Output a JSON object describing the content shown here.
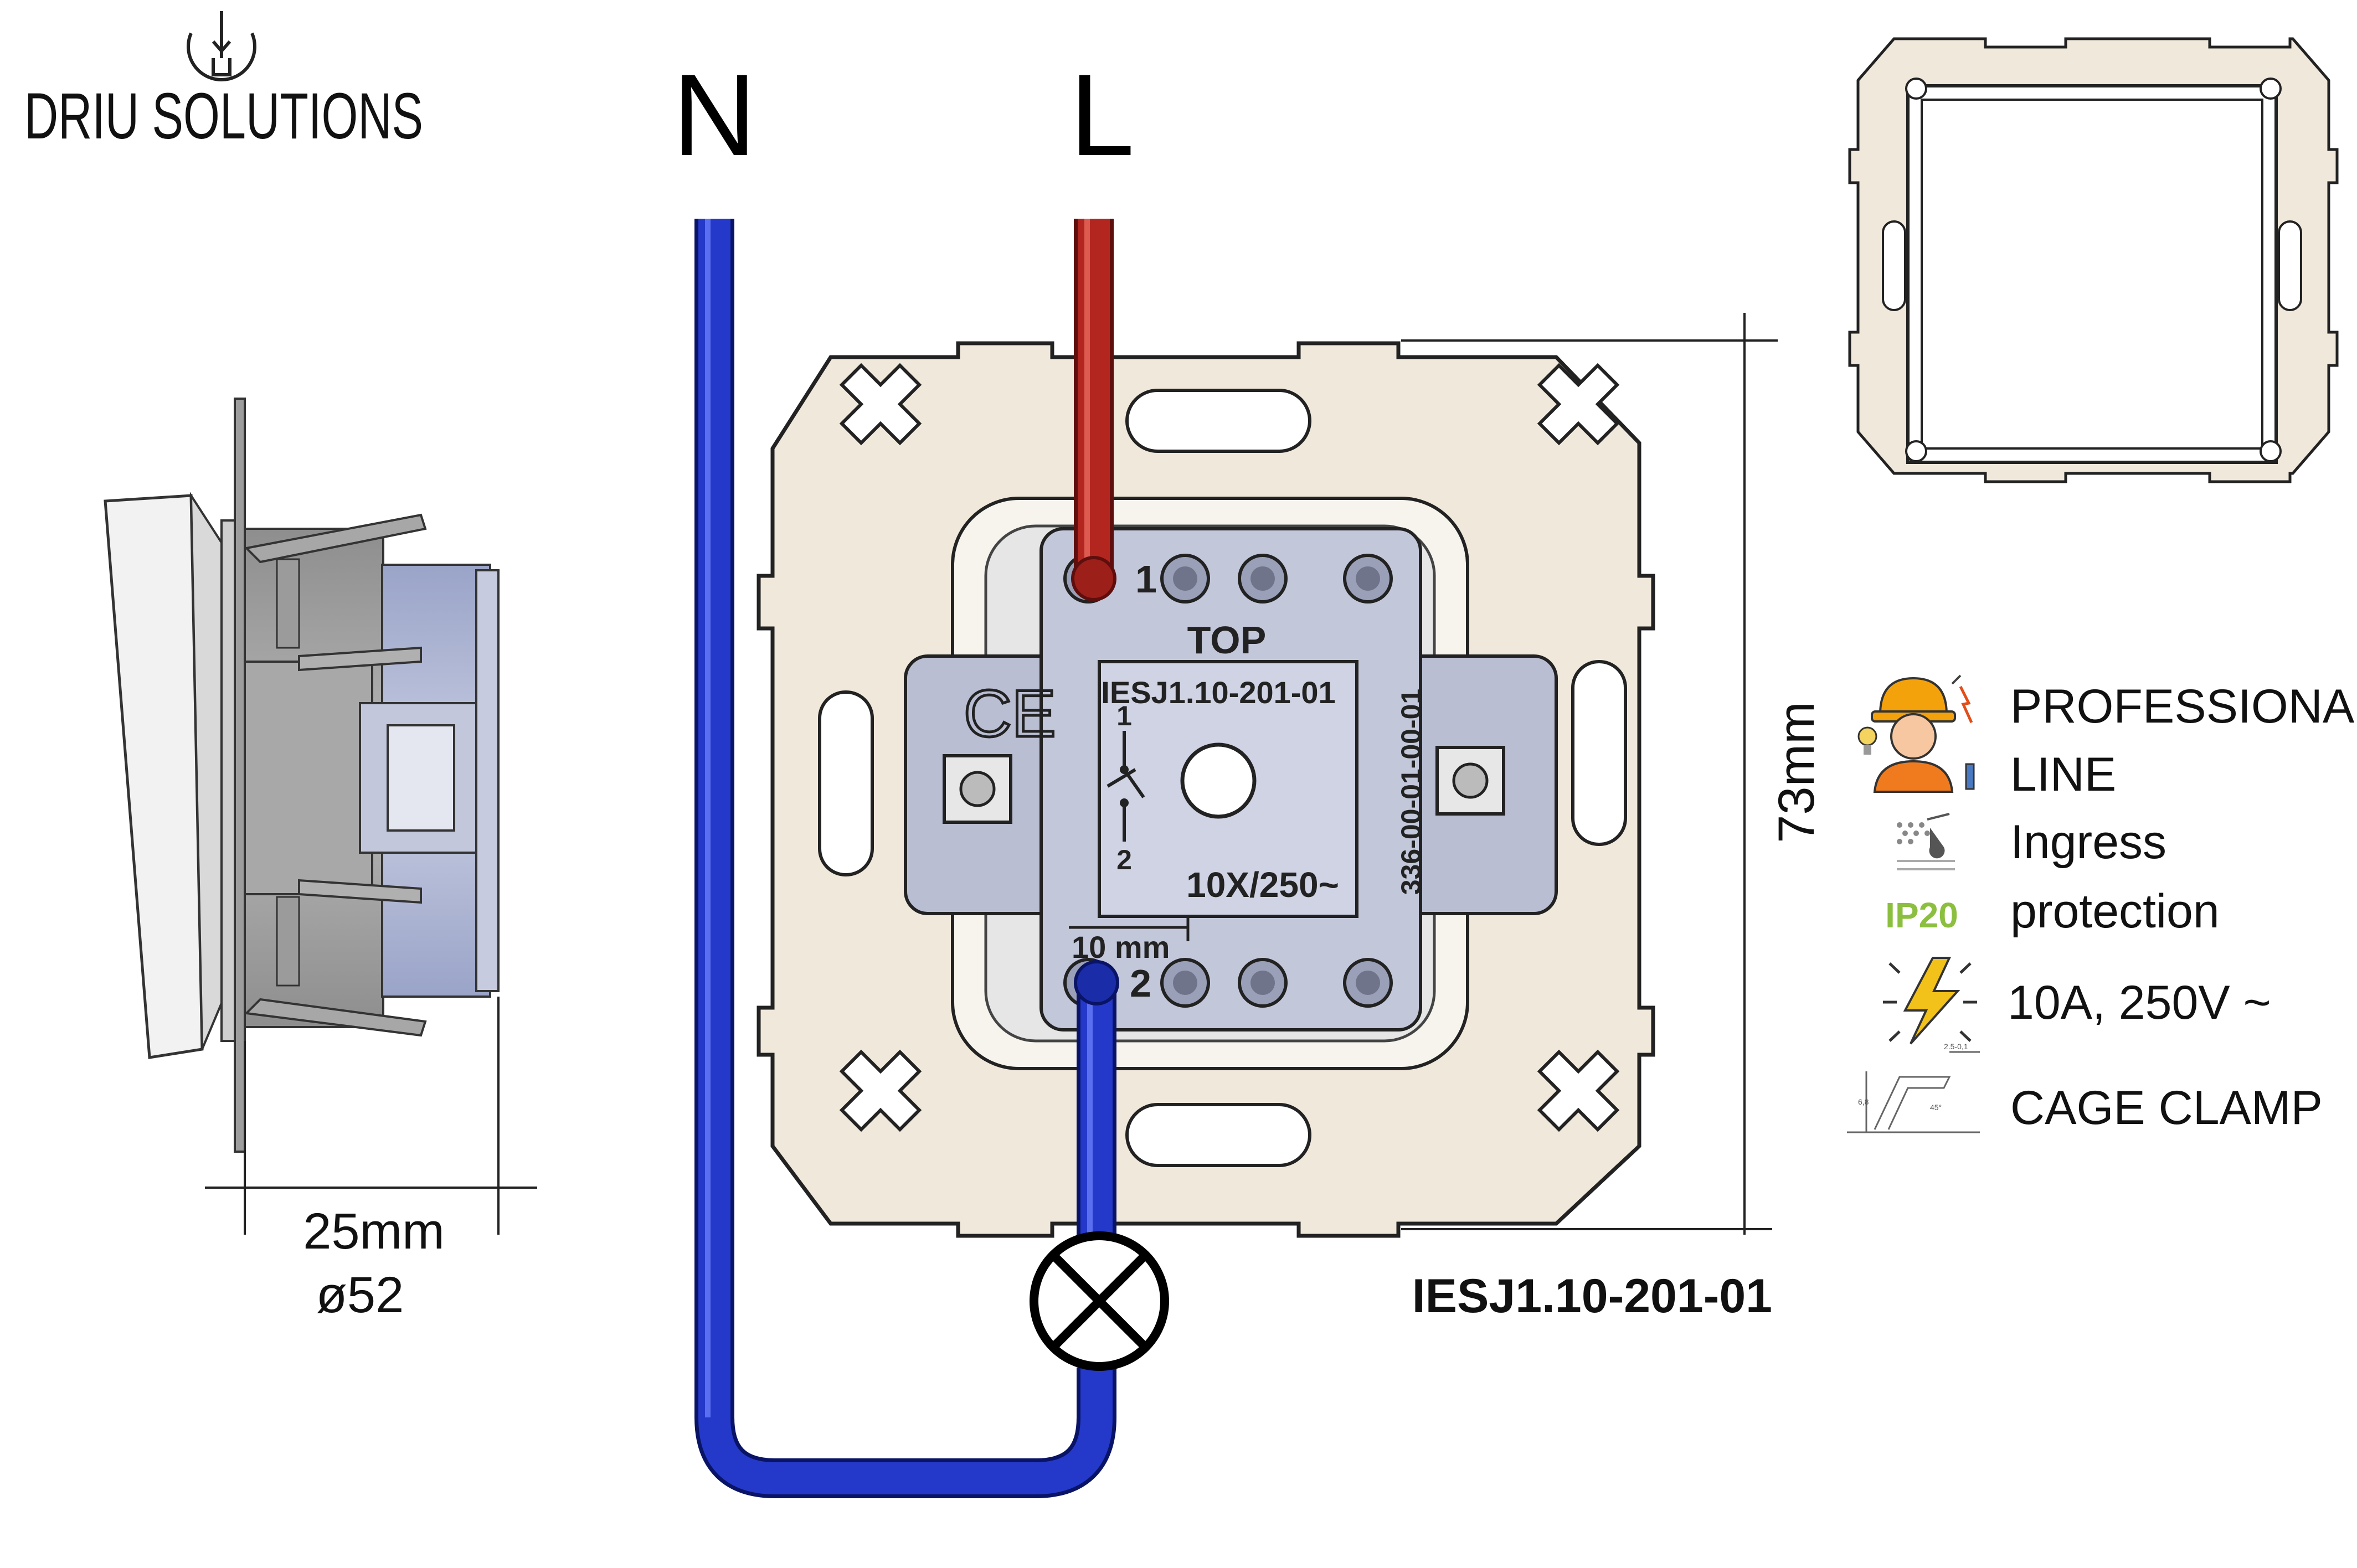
{
  "brand": {
    "name": "DRIU SOLUTIONS",
    "logo_icon": "bulb-icon"
  },
  "wires": {
    "neutral_label": "N",
    "live_label": "L"
  },
  "switch": {
    "model_label": "IESJ1.10-201-01",
    "top_label": "TOP",
    "terminal_1": "1",
    "terminal_2": "2",
    "rating_label": "10X/250~",
    "side_code": "336-00-01-00-01",
    "strip_length_label": "10 mm",
    "diagram_1": "1",
    "diagram_2": "2"
  },
  "dimensions": {
    "height": "73mm",
    "depth": "25mm",
    "diameter": "ø52"
  },
  "product_code": "IESJ1.10-201-01",
  "features": {
    "professional": {
      "line1": "PROFESSIONAL",
      "line2": "LINE",
      "icon": "electrician-icon"
    },
    "ingress": {
      "line1": "Ingress",
      "line2": "protection",
      "badge": "IP20",
      "icon": "water-drop-icon"
    },
    "rating": {
      "text": "10A, 250V ~",
      "icon": "lightning-icon"
    },
    "clamp": {
      "text": "CAGE CLAMP",
      "icon": "cage-clamp-icon",
      "dim_1": "6,8",
      "dim_2": "2.5-0,1",
      "dim_3": "45°"
    }
  },
  "colors": {
    "neutral_wire": "#1c2fb5",
    "live_wire": "#a8201c",
    "plate": "#efe8db",
    "mechanism": "#b9bed3",
    "ip20_badge": "#8cbf3f",
    "lightning": "#f2c21a"
  }
}
